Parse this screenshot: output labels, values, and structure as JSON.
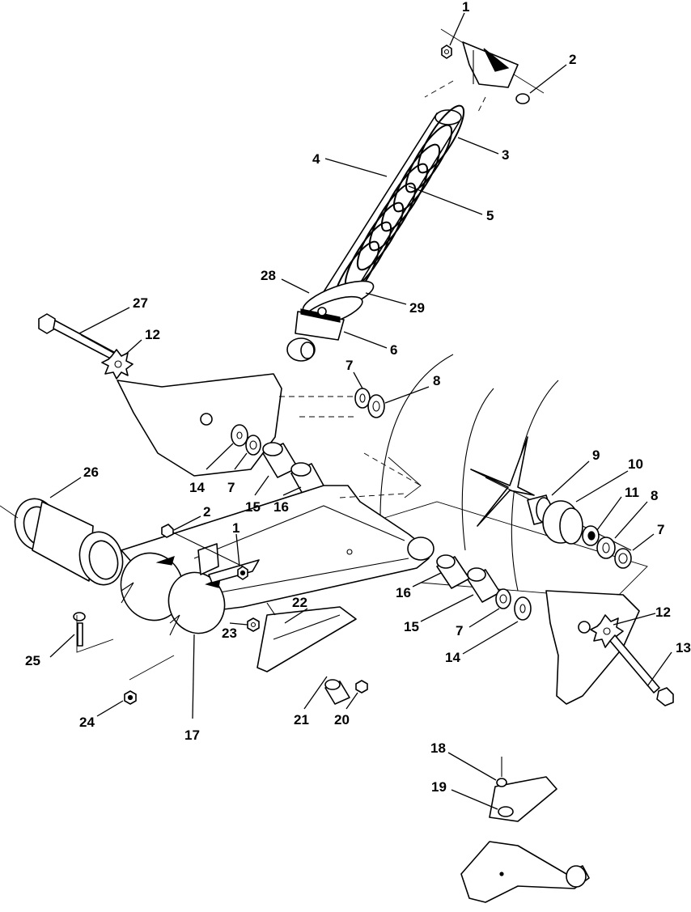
{
  "callouts": {
    "c1a": "1",
    "c2a": "2",
    "c3": "3",
    "c4": "4",
    "c5": "5",
    "c28": "28",
    "c29": "29",
    "c6": "6",
    "c27": "27",
    "c12a": "12",
    "c7a": "7",
    "c8a": "8",
    "c14a": "14",
    "c7b": "7",
    "c15a": "15",
    "c16a": "16",
    "c26": "26",
    "c2b": "2",
    "c1b": "1",
    "c9": "9",
    "c10": "10",
    "c11": "11",
    "c8b": "8",
    "c7c": "7",
    "c22": "22",
    "c16b": "16",
    "c15b": "15",
    "c7d": "7",
    "c14b": "14",
    "c12b": "12",
    "c13": "13",
    "c25": "25",
    "c23": "23",
    "c24": "24",
    "c17": "17",
    "c21": "21",
    "c20": "20",
    "c18": "18",
    "c19": "19"
  }
}
